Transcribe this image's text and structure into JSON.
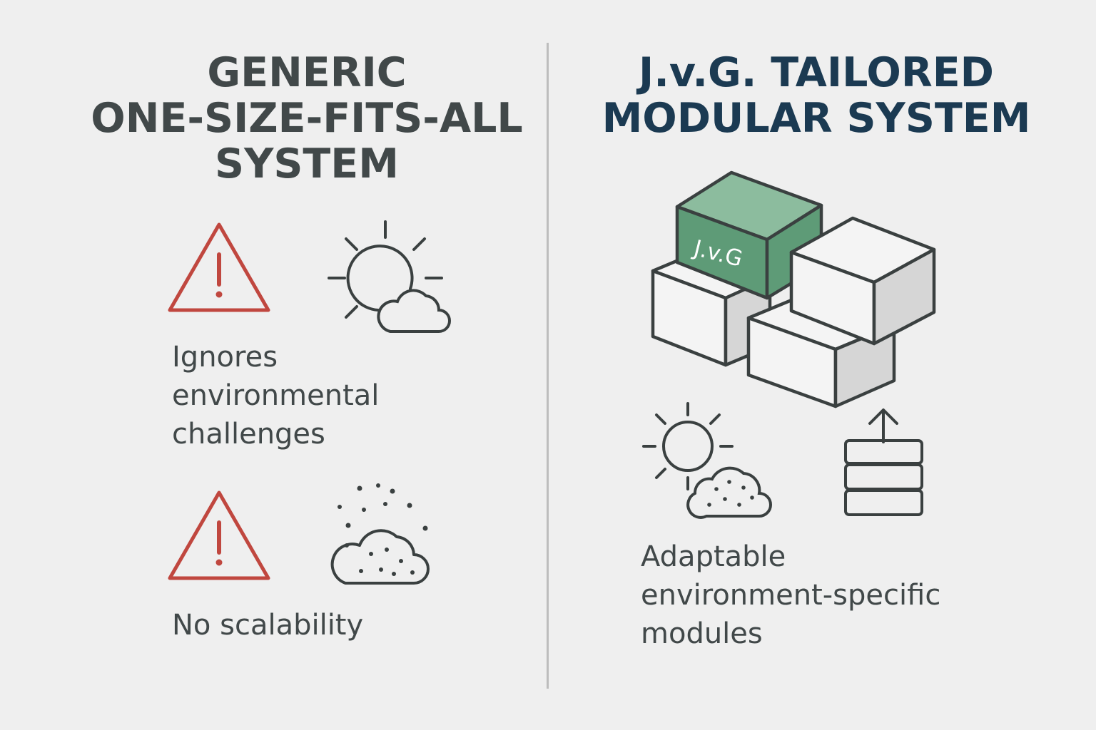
{
  "left": {
    "heading_lines": [
      "GENERIC",
      "ONE-SIZE-FITS-ALL",
      "SYSTEM"
    ],
    "items": [
      {
        "caption_lines": [
          "Ignores",
          "environmental",
          "challenges"
        ],
        "warning_icon": "warning-triangle-icon",
        "weather_icon": "sun-cloud-icon"
      },
      {
        "caption_lines": [
          "No scalability"
        ],
        "warning_icon": "warning-triangle-icon",
        "weather_icon": "dust-cloud-icon"
      }
    ]
  },
  "right": {
    "heading_lines": [
      "J.v.G. TAILORED",
      "MODULAR SYSTEM"
    ],
    "module_label": "J.v.G",
    "caption_lines": [
      "Adaptable",
      "environment-specific",
      "modules"
    ],
    "icons": [
      "modular-blocks-icon",
      "sun-dust-cloud-icon",
      "stack-up-icon"
    ]
  },
  "colors": {
    "background": "#efefef",
    "warning": "#c0473f",
    "left_heading": "#414849",
    "right_heading": "#1b3a52",
    "module_green": "#5e9b77",
    "stroke": "#3a4040"
  }
}
